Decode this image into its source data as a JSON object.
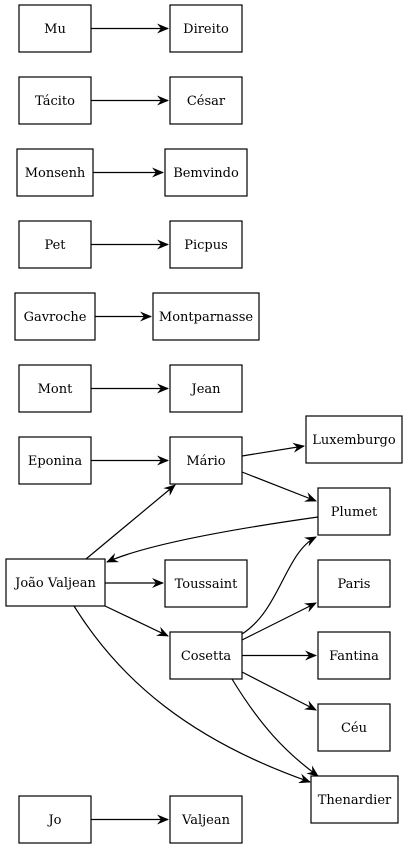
{
  "nodes": [
    {
      "id": "mu",
      "label": "Mu"
    },
    {
      "id": "direito",
      "label": "Direito"
    },
    {
      "id": "tacito",
      "label": "Tácito"
    },
    {
      "id": "cesar",
      "label": "César"
    },
    {
      "id": "monsenh",
      "label": "Monsenh"
    },
    {
      "id": "bemvindo",
      "label": "Bemvindo"
    },
    {
      "id": "pet",
      "label": "Pet"
    },
    {
      "id": "picpus",
      "label": "Picpus"
    },
    {
      "id": "gavroche",
      "label": "Gavroche"
    },
    {
      "id": "montparnasse",
      "label": "Montparnasse"
    },
    {
      "id": "mont",
      "label": "Mont"
    },
    {
      "id": "jean",
      "label": "Jean"
    },
    {
      "id": "eponina",
      "label": "Eponina"
    },
    {
      "id": "mario",
      "label": "Mário"
    },
    {
      "id": "luxemburgo",
      "label": "Luxemburgo"
    },
    {
      "id": "plumet",
      "label": "Plumet"
    },
    {
      "id": "joao-valjean",
      "label": "João Valjean"
    },
    {
      "id": "toussaint",
      "label": "Toussaint"
    },
    {
      "id": "paris",
      "label": "Paris"
    },
    {
      "id": "cosetta",
      "label": "Cosetta"
    },
    {
      "id": "fantina",
      "label": "Fantina"
    },
    {
      "id": "ceu",
      "label": "Céu"
    },
    {
      "id": "thenardier",
      "label": "Thenardier"
    },
    {
      "id": "jo",
      "label": "Jo"
    },
    {
      "id": "valjean",
      "label": "Valjean"
    }
  ],
  "edges": [
    {
      "from": "mu",
      "to": "direito"
    },
    {
      "from": "tacito",
      "to": "cesar"
    },
    {
      "from": "monsenh",
      "to": "bemvindo"
    },
    {
      "from": "pet",
      "to": "picpus"
    },
    {
      "from": "gavroche",
      "to": "montparnasse"
    },
    {
      "from": "mont",
      "to": "jean"
    },
    {
      "from": "eponina",
      "to": "mario"
    },
    {
      "from": "mario",
      "to": "luxemburgo"
    },
    {
      "from": "mario",
      "to": "plumet"
    },
    {
      "from": "plumet",
      "to": "joao-valjean"
    },
    {
      "from": "joao-valjean",
      "to": "mario"
    },
    {
      "from": "joao-valjean",
      "to": "toussaint"
    },
    {
      "from": "joao-valjean",
      "to": "cosetta"
    },
    {
      "from": "joao-valjean",
      "to": "thenardier"
    },
    {
      "from": "cosetta",
      "to": "plumet"
    },
    {
      "from": "cosetta",
      "to": "paris"
    },
    {
      "from": "cosetta",
      "to": "fantina"
    },
    {
      "from": "cosetta",
      "to": "ceu"
    },
    {
      "from": "cosetta",
      "to": "thenardier"
    },
    {
      "from": "jo",
      "to": "valjean"
    }
  ]
}
